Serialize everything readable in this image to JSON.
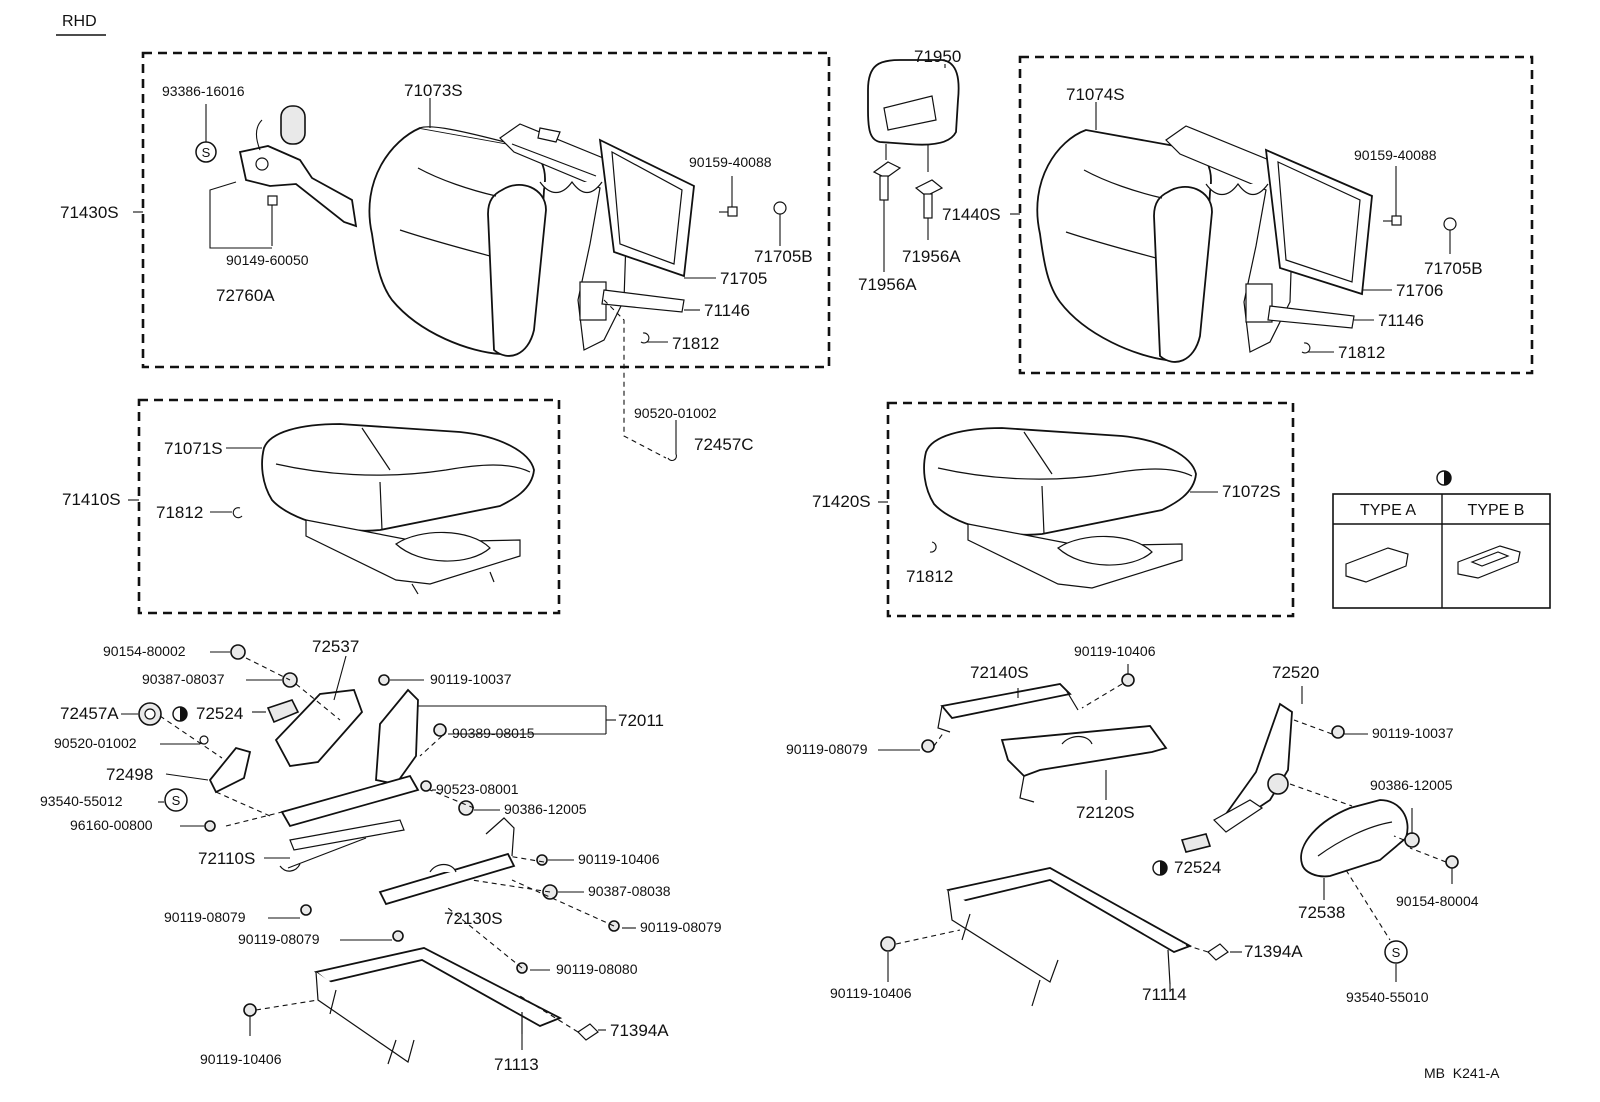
{
  "header": {
    "tag": "RHD"
  },
  "footer": {
    "code": "MB  K241-A"
  },
  "legend": {
    "col_a": "TYPE  A",
    "col_b": "TYPE  B"
  },
  "symbols": {
    "s_mark": "S"
  },
  "labels": {
    "p71430S": "71430S",
    "p93386_16016": "93386-16016",
    "p71073S": "71073S",
    "p90149_60050": "90149-60050",
    "p72760A": "72760A",
    "p90159_40088_l": "90159-40088",
    "p71705B_l": "71705B",
    "p71705": "71705",
    "p71146_l": "71146",
    "p71812_l1": "71812",
    "p90520_01002_top": "90520-01002",
    "p72457C": "72457C",
    "p71950": "71950",
    "p71956A_1": "71956A",
    "p71956A_2": "71956A",
    "p71440S": "71440S",
    "p71074S": "71074S",
    "p90159_40088_r": "90159-40088",
    "p71705B_r": "71705B",
    "p71706": "71706",
    "p71146_r": "71146",
    "p71812_r1": "71812",
    "p71410S": "71410S",
    "p71071S": "71071S",
    "p71812_l2": "71812",
    "p71420S": "71420S",
    "p71072S": "71072S",
    "p71812_r2": "71812",
    "p90154_80002": "90154-80002",
    "p90387_08037": "90387-08037",
    "p72537": "72537",
    "p90119_10037_l": "90119-10037",
    "p72457A": "72457A",
    "p72524_l": "72524",
    "p72011": "72011",
    "p90389_08015": "90389-08015",
    "p90520_01002_bot": "90520-01002",
    "p72498": "72498",
    "p90523_08001": "90523-08001",
    "p93540_55012": "93540-55012",
    "p90386_12005_l": "90386-12005",
    "p96160_00800": "96160-00800",
    "p72110S": "72110S",
    "p90119_10406_l1": "90119-10406",
    "p90387_08038": "90387-08038",
    "p72130S": "72130S",
    "p90119_08079_l1": "90119-08079",
    "p90119_08079_l2": "90119-08079",
    "p90119_08079_l3": "90119-08079",
    "p90119_08080": "90119-08080",
    "p71394A_l": "71394A",
    "p90119_10406_l2": "90119-10406",
    "p71113": "71113",
    "p72140S": "72140S",
    "p90119_10406_r1": "90119-10406",
    "p90119_08079_r": "90119-08079",
    "p72120S": "72120S",
    "p72520": "72520",
    "p90119_10037_r": "90119-10037",
    "p90386_12005_r": "90386-12005",
    "p72524_r": "72524",
    "p72538": "72538",
    "p90154_80004": "90154-80004",
    "p71394A_r": "71394A",
    "p71114": "71114",
    "p90119_10406_r2": "90119-10406",
    "p93540_55010": "93540-55010"
  }
}
